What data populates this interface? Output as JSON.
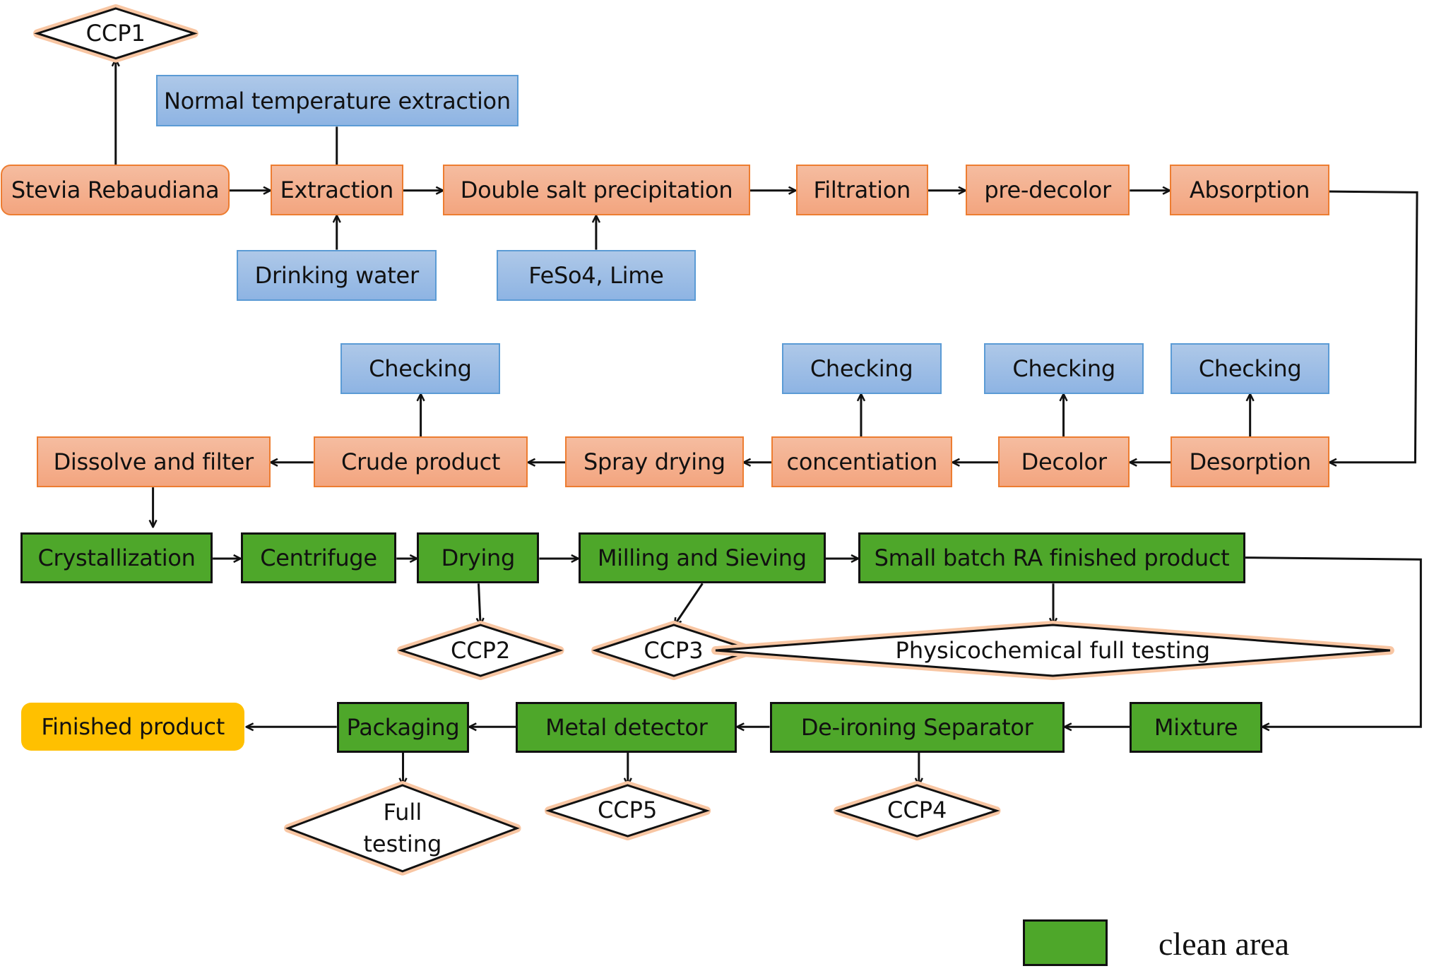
{
  "diagram": {
    "colors": {
      "process": "#f4b183",
      "process_border": "#ed7d31",
      "input": "#9dc3e6",
      "input_border": "#5b9bd5",
      "clean_area": "#4ea72a",
      "finished": "#ffc000",
      "ccp_glow": "#f4b183"
    },
    "nodes": {
      "stevia": "Stevia Rebaudiana",
      "extraction": "Extraction",
      "normal_temp": "Normal temperature extraction",
      "drinking_water": "Drinking water",
      "double_salt": "Double salt precipitation",
      "feso4": "FeSo4, Lime",
      "filtration": "Filtration",
      "pre_decolor": "pre-decolor",
      "absorption": "Absorption",
      "desorption": "Desorption",
      "decolor": "Decolor",
      "concentiation": "concentiation",
      "spray_drying": "Spray drying",
      "crude_product": "Crude product",
      "dissolve_filter": "Dissolve and filter",
      "checking_crude": "Checking",
      "checking_conc": "Checking",
      "checking_decolor": "Checking",
      "checking_desorption": "Checking",
      "crystallization": "Crystallization",
      "centrifuge": "Centrifuge",
      "drying": "Drying",
      "milling": "Milling and Sieving",
      "small_batch": "Small batch RA finished product",
      "mixture": "Mixture",
      "deironing": "De-ironing Separator",
      "metal_detector": "Metal detector",
      "packaging": "Packaging",
      "finished_product": "Finished product"
    },
    "decisions": {
      "ccp1": "CCP1",
      "ccp2": "CCP2",
      "ccp3": "CCP3",
      "physicochemical": "Physicochemical full testing",
      "ccp4": "CCP4",
      "ccp5": "CCP5",
      "full_testing": "Full\ntesting"
    },
    "legend": {
      "clean_area_label": "clean area"
    }
  }
}
